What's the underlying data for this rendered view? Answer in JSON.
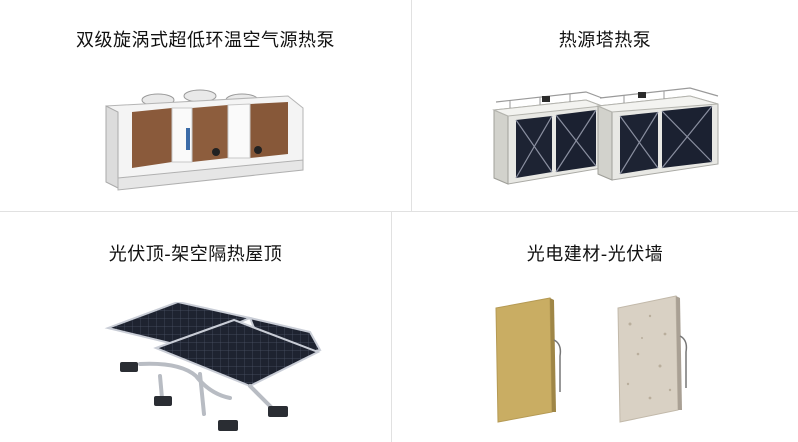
{
  "cards": [
    {
      "title": "双级旋涡式超低环温空气源热泵",
      "image": "air-source-heat-pump-unit"
    },
    {
      "title": "热源塔热泵",
      "image": "heat-source-tower-units"
    },
    {
      "title": "光伏顶-架空隔热屋顶",
      "image": "pv-roof-panel-mount"
    },
    {
      "title": "光电建材-光伏墙",
      "image": "pv-wall-panels"
    }
  ],
  "colors": {
    "divider": "#e1e1e1",
    "text": "#111111",
    "panel_gold": "#c9ad63",
    "panel_stone": "#d9d1c4"
  }
}
